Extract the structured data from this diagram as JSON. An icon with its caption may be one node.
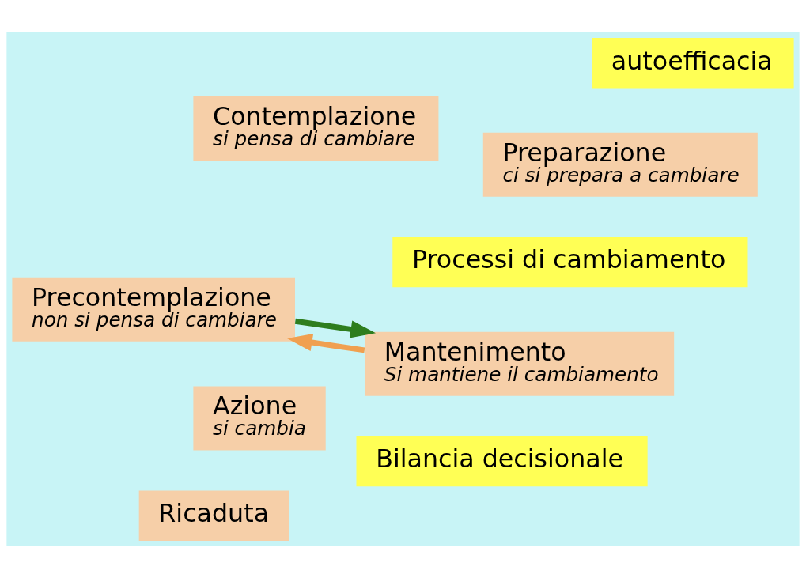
{
  "diagram": {
    "nodes": [
      {
        "text": [
          "Contemplazione",
          "si pensa di cambiare"
        ]
      },
      {
        "text": [
          "Preparazione",
          "ci si prepara a cambiare"
        ]
      },
      {
        "text": [
          "Processi di cambiamento"
        ]
      },
      {
        "text": [
          "Azione",
          "si cambia"
        ]
      },
      {
        "text": [
          "Precontemplazione",
          "non si pensa di cambiare"
        ]
      },
      {
        "text": [
          "Bilancia decisionale"
        ]
      },
      {
        "text": [
          "Mantenimento",
          "Si mantiene il cambiamento"
        ]
      },
      {
        "text": [
          "autoefficacia"
        ]
      },
      {
        "text": [
          "Ricaduta"
        ]
      }
    ],
    "edges": [
      {
        "from": 4,
        "to": 6,
        "arrow": "to",
        "color": "#2e7d1e"
      },
      {
        "from": 6,
        "to": 4,
        "arrow": "to",
        "color": "#f0a050"
      }
    ]
  }
}
